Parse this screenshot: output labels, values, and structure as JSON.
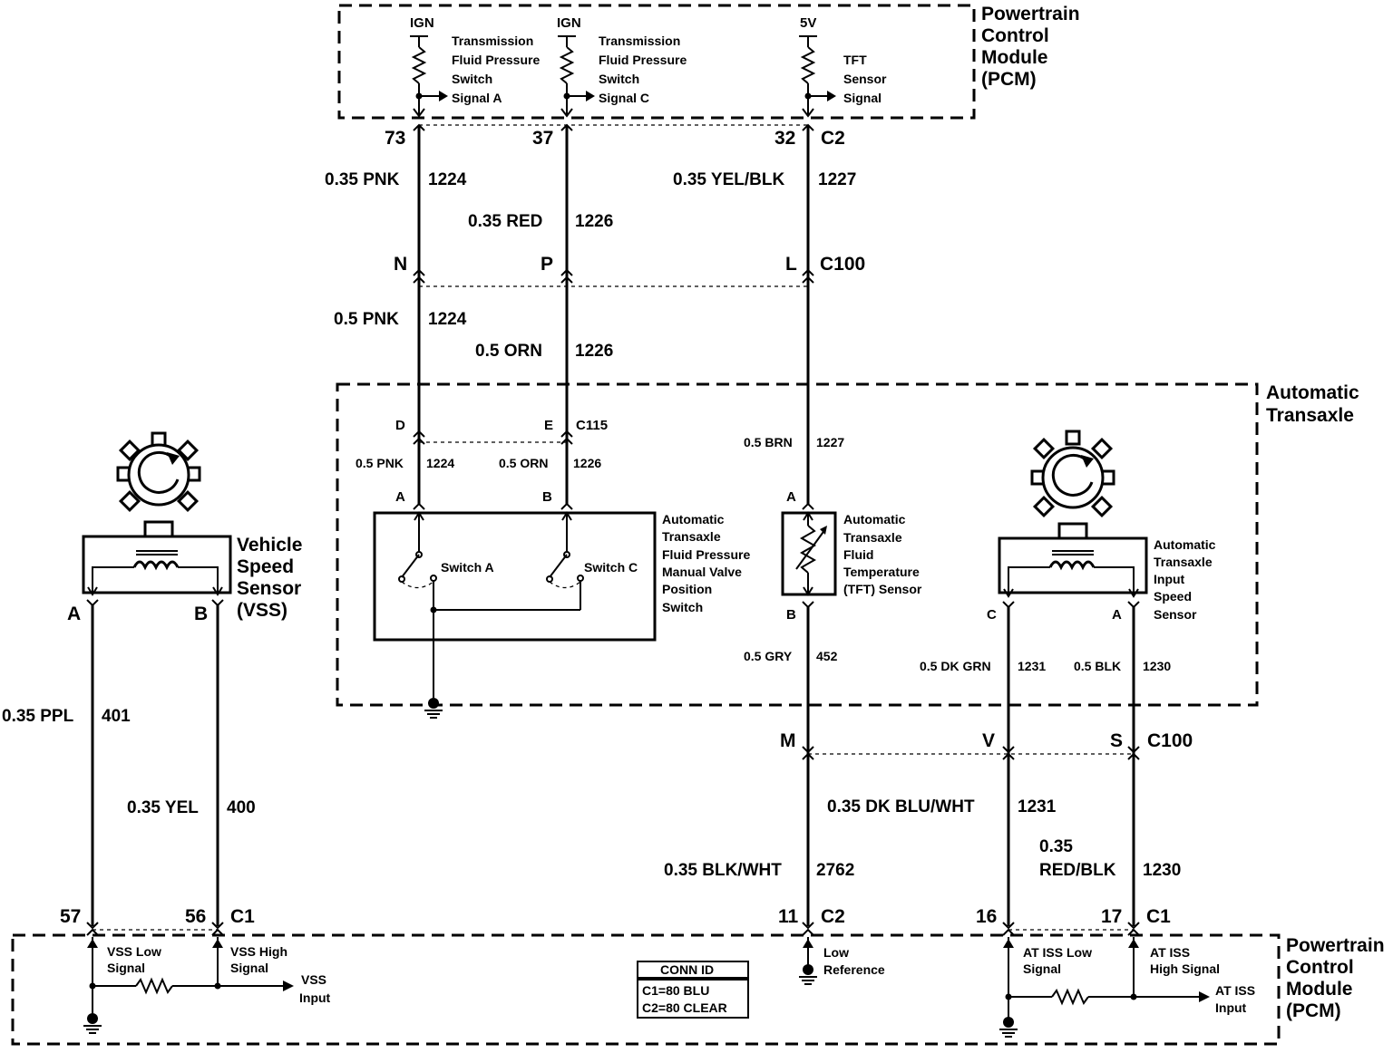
{
  "modules": {
    "pcm_top": [
      "Powertrain",
      "Control",
      "Module",
      "(PCM)"
    ],
    "transaxle": [
      "Automatic",
      "Transaxle"
    ],
    "pcm_bottom": [
      "Powertrain",
      "Control",
      "Module",
      "(PCM)"
    ]
  },
  "pcm_top_circuits": {
    "a_supply": "IGN",
    "a_label": [
      "Transmission",
      "Fluid Pressure",
      "Switch",
      "Signal A"
    ],
    "c_supply": "IGN",
    "c_label": [
      "Transmission",
      "Fluid Pressure",
      "Switch",
      "Signal C"
    ],
    "tft_supply": "5V",
    "tft_label": [
      "TFT",
      "Sensor",
      "Signal"
    ]
  },
  "top_pins": {
    "a": "73",
    "c": "37",
    "tft": "32",
    "connector": "C2"
  },
  "upper_wires": {
    "pnk": {
      "gauge": "0.35 PNK",
      "circuit": "1224"
    },
    "red": {
      "gauge": "0.35 RED",
      "circuit": "1226"
    },
    "yelblk": {
      "gauge": "0.35 YEL/BLK",
      "circuit": "1227"
    }
  },
  "c100_top": {
    "n": "N",
    "p": "P",
    "l": "L",
    "connector": "C100"
  },
  "mid_wires": {
    "pnk": {
      "gauge": "0.5 PNK",
      "circuit": "1224"
    },
    "orn": {
      "gauge": "0.5 ORN",
      "circuit": "1226"
    }
  },
  "c115": {
    "d": "D",
    "e": "E",
    "connector": "C115"
  },
  "inner_wires": {
    "pnk": {
      "gauge": "0.5 PNK",
      "circuit": "1224"
    },
    "orn": {
      "gauge": "0.5 ORN",
      "circuit": "1226"
    },
    "brn": {
      "gauge": "0.5 BRN",
      "circuit": "1227"
    },
    "gry": {
      "gauge": "0.5 GRY",
      "circuit": "452"
    },
    "dkgrn": {
      "gauge": "0.5 DK GRN",
      "circuit": "1231"
    },
    "blk": {
      "gauge": "0.5 BLK",
      "circuit": "1230"
    }
  },
  "pressure_switch": {
    "pin_a": "A",
    "pin_b": "B",
    "switch_a": "Switch A",
    "switch_c": "Switch C",
    "label": [
      "Automatic",
      "Transaxle",
      "Fluid Pressure",
      "Manual Valve",
      "Position",
      "Switch"
    ]
  },
  "tft_sensor": {
    "pin_a": "A",
    "pin_b": "B",
    "label": [
      "Automatic",
      "Transaxle",
      "Fluid",
      "Temperature",
      "(TFT) Sensor"
    ]
  },
  "iss": {
    "pin_c": "C",
    "pin_a": "A",
    "label": [
      "Automatic",
      "Transaxle",
      "Input",
      "Speed",
      "Sensor"
    ]
  },
  "vss": {
    "pin_a": "A",
    "pin_b": "B",
    "label": [
      "Vehicle",
      "Speed",
      "Sensor",
      "(VSS)"
    ]
  },
  "vss_wires": {
    "ppl": {
      "gauge": "0.35 PPL",
      "circuit": "401"
    },
    "yel": {
      "gauge": "0.35 YEL",
      "circuit": "400"
    }
  },
  "c100_bottom": {
    "m": "M",
    "v": "V",
    "s": "S",
    "connector": "C100"
  },
  "lower_wires": {
    "dkbluwht": {
      "gauge": "0.35 DK BLU/WHT",
      "circuit": "1231"
    },
    "redblk": {
      "gauge_line1": "0.35",
      "gauge_line2": "RED/BLK",
      "circuit": "1230"
    },
    "blkwht": {
      "gauge": "0.35 BLK/WHT",
      "circuit": "2762"
    }
  },
  "bottom_pins": {
    "vss_low": "57",
    "vss_high": "56",
    "c1_left": "C1",
    "low_ref": "11",
    "c2": "C2",
    "iss_low": "16",
    "iss_high": "17",
    "c1_right": "C1"
  },
  "pcm_bottom_labels": {
    "vss_low": [
      "VSS Low",
      "Signal"
    ],
    "vss_high": [
      "VSS High",
      "Signal"
    ],
    "vss_input": [
      "VSS",
      "Input"
    ],
    "low_ref": [
      "Low",
      "Reference"
    ],
    "iss_low": [
      "AT ISS Low",
      "Signal"
    ],
    "iss_high": [
      "AT ISS",
      "High Signal"
    ],
    "iss_input": [
      "AT ISS",
      "Input"
    ]
  },
  "conn_id": {
    "title": "CONN ID",
    "c1": "C1=80 BLU",
    "c2": "C2=80 CLEAR"
  }
}
